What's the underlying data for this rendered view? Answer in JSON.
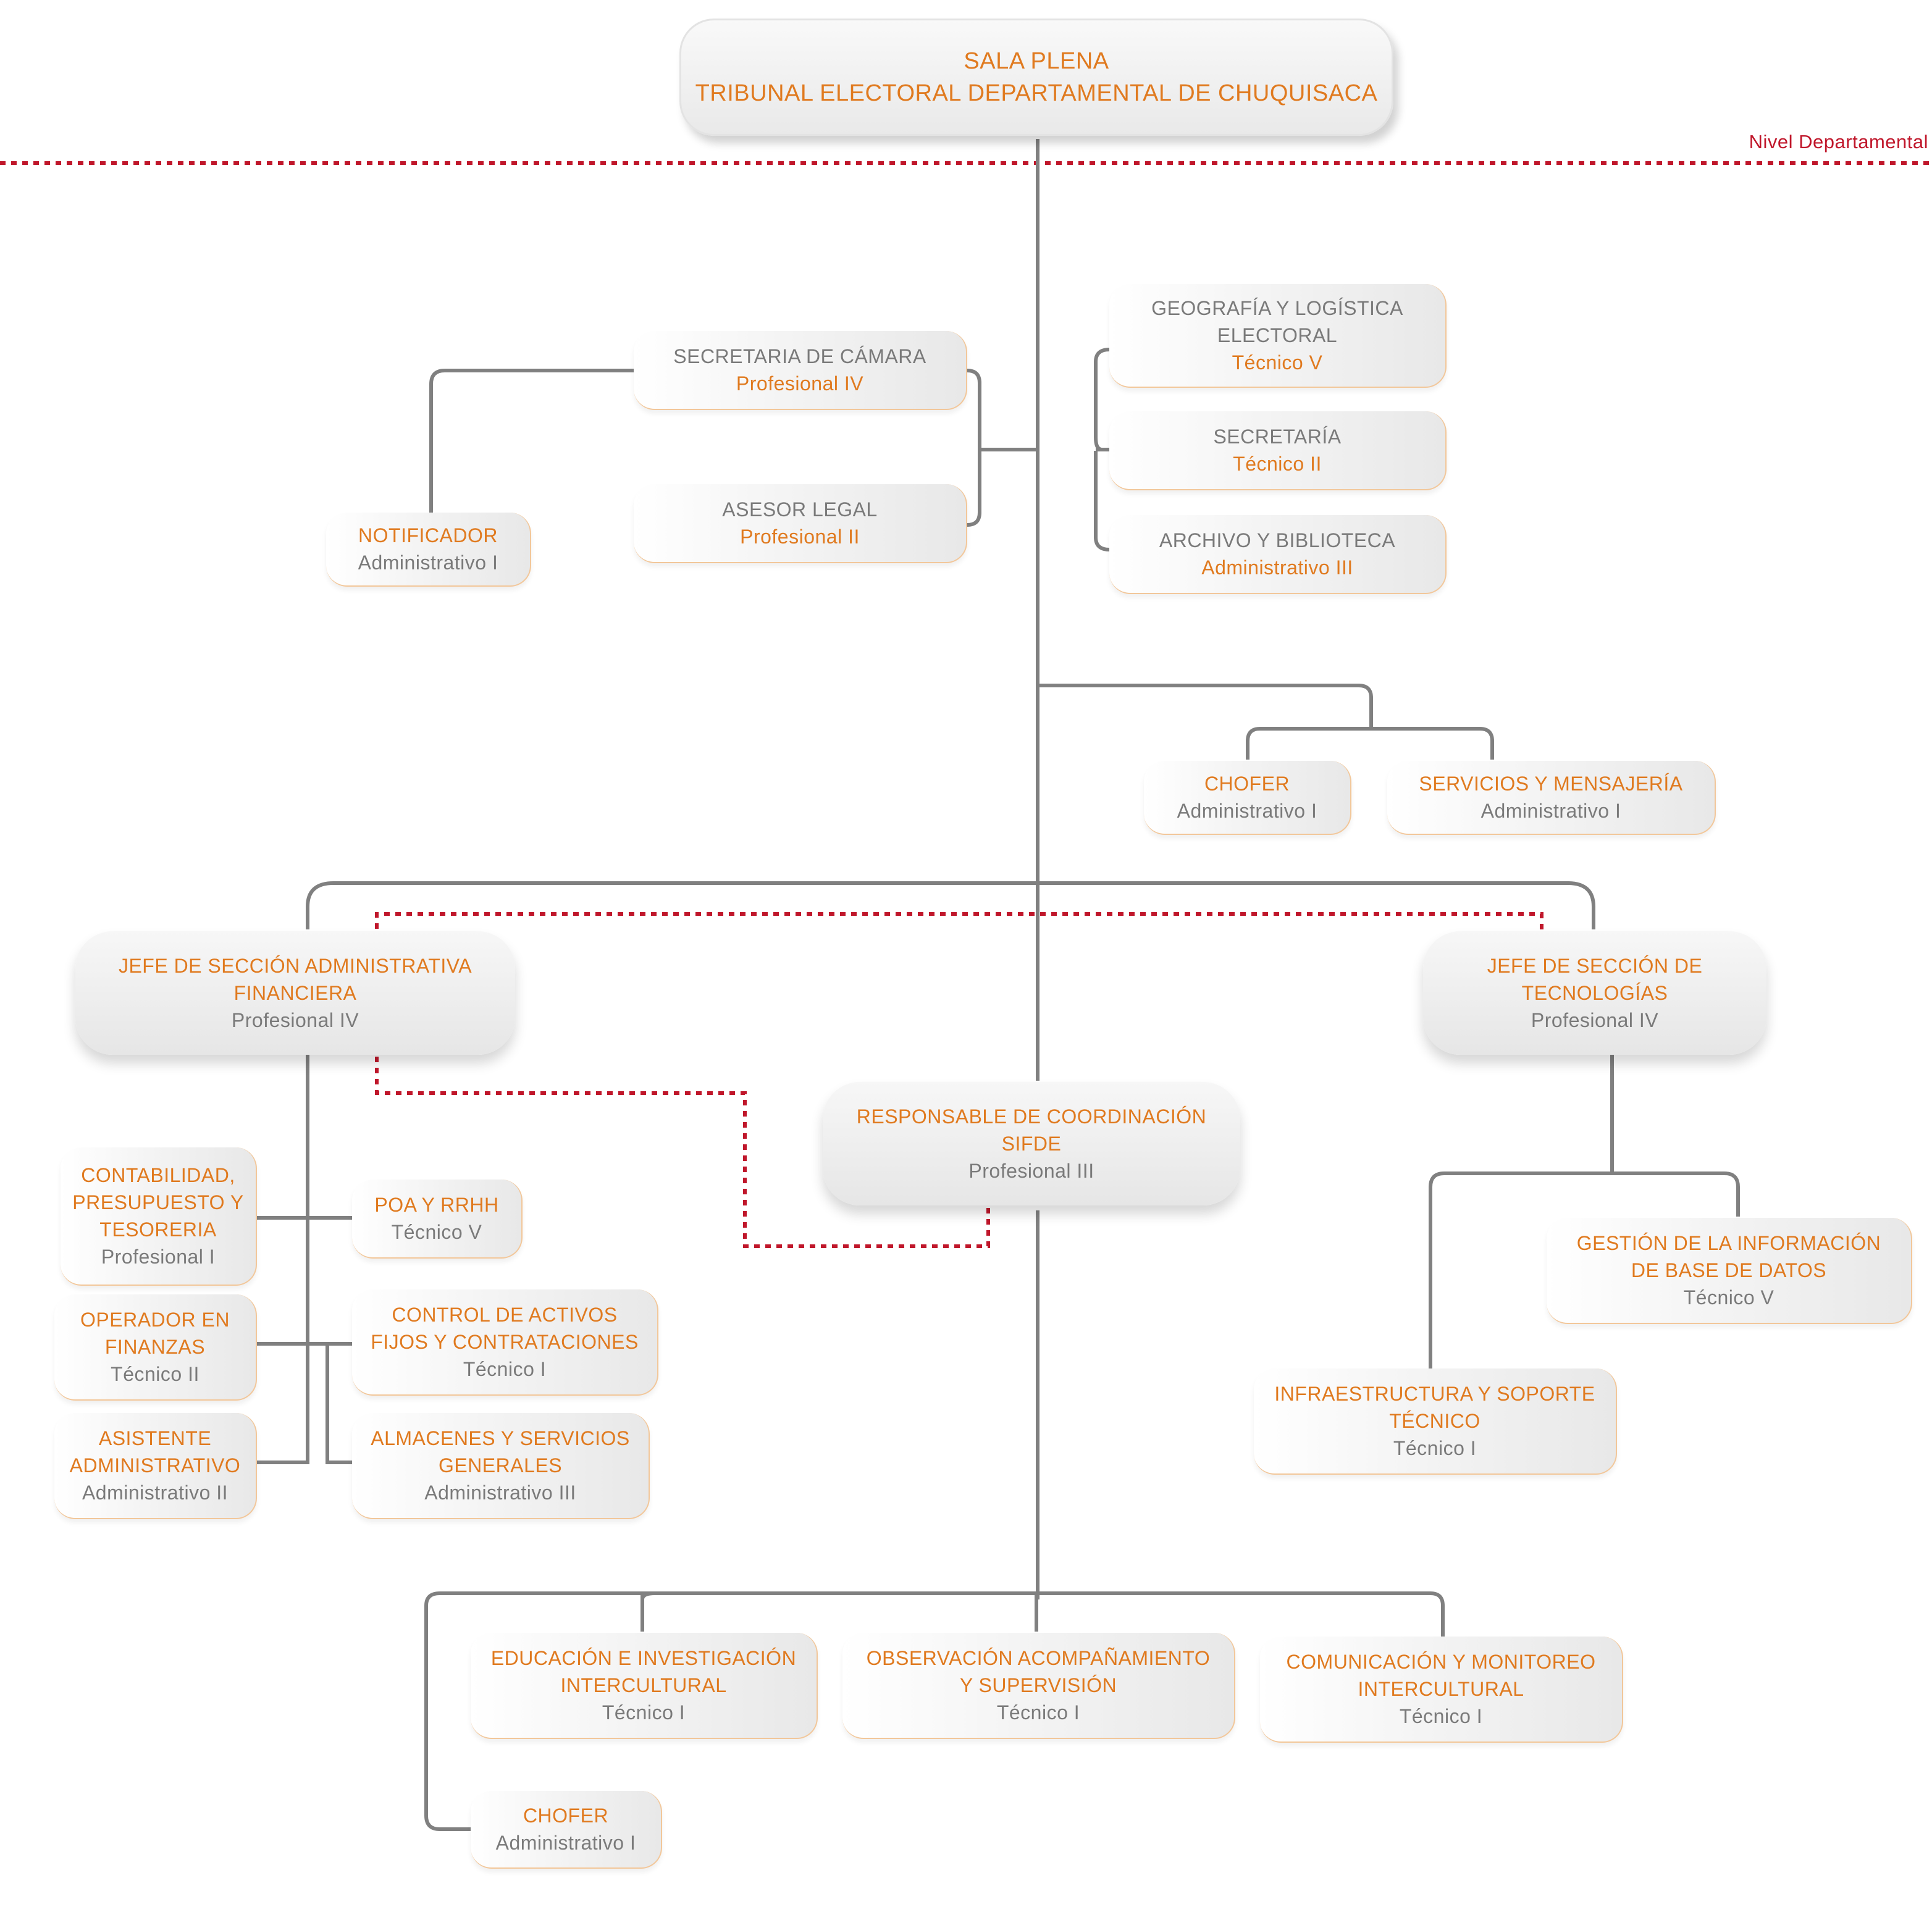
{
  "top": {
    "line1": "SALA PLENA",
    "line2": "TRIBUNAL ELECTORAL DEPARTAMENTAL DE CHUQUISACA"
  },
  "level_label": "Nivel Departamental",
  "units": {
    "notificador": {
      "title": [
        "NOTIFICADOR"
      ],
      "level": "Administrativo I"
    },
    "secretaria_camara": {
      "title": [
        "SECRETARIA DE CÁMARA"
      ],
      "level": "Profesional IV"
    },
    "asesor_legal": {
      "title": [
        "ASESOR LEGAL"
      ],
      "level": "Profesional II"
    },
    "geografia": {
      "title": [
        "GEOGRAFÍA Y LOGÍSTICA",
        "ELECTORAL"
      ],
      "level": "Técnico V"
    },
    "secretaria": {
      "title": [
        "SECRETARÍA"
      ],
      "level": "Técnico II"
    },
    "archivo": {
      "title": [
        "ARCHIVO Y BIBLIOTECA"
      ],
      "level": "Administrativo III"
    },
    "chofer1": {
      "title": [
        "CHOFER"
      ],
      "level": "Administrativo I"
    },
    "servicios": {
      "title": [
        "SERVICIOS Y MENSAJERÍA"
      ],
      "level": "Administrativo I"
    },
    "jefe_admin": {
      "title": [
        "JEFE DE SECCIÓN ADMINISTRATIVA",
        "FINANCIERA"
      ],
      "level": "Profesional IV"
    },
    "jefe_tec": {
      "title": [
        "JEFE DE SECCIÓN DE",
        "TECNOLOGÍAS"
      ],
      "level": "Profesional IV"
    },
    "sifde": {
      "title": [
        "RESPONSABLE DE COORDINACIÓN",
        "SIFDE"
      ],
      "level": "Profesional III"
    },
    "contabilidad": {
      "title": [
        "CONTABILIDAD,",
        "PRESUPUESTO Y",
        "TESORERIA"
      ],
      "level": "Profesional I"
    },
    "poa": {
      "title": [
        "POA Y RRHH"
      ],
      "level": "Técnico V"
    },
    "operador": {
      "title": [
        "OPERADOR EN",
        "FINANZAS"
      ],
      "level": "Técnico II"
    },
    "control_activos": {
      "title": [
        "CONTROL DE ACTIVOS",
        "FIJOS Y CONTRATACIONES"
      ],
      "level": "Técnico I"
    },
    "asistente": {
      "title": [
        "ASISTENTE",
        "ADMINISTRATIVO"
      ],
      "level": "Administrativo II"
    },
    "almacenes": {
      "title": [
        "ALMACENES Y SERVICIOS",
        "GENERALES"
      ],
      "level": "Administrativo III"
    },
    "gestion_info": {
      "title": [
        "GESTIÓN DE LA INFORMACIÓN",
        "DE BASE DE DATOS"
      ],
      "level": "Técnico V"
    },
    "infraestructura": {
      "title": [
        "INFRAESTRUCTURA Y SOPORTE",
        "TÉCNICO"
      ],
      "level": "Técnico I"
    },
    "educacion": {
      "title": [
        "EDUCACIÓN E INVESTIGACIÓN",
        "INTERCULTURAL"
      ],
      "level": "Técnico I"
    },
    "observacion": {
      "title": [
        "OBSERVACIÓN ACOMPAÑAMIENTO",
        "Y SUPERVISIÓN"
      ],
      "level": "Técnico I"
    },
    "comunicacion": {
      "title": [
        "COMUNICACIÓN Y MONITOREO",
        "INTERCULTURAL"
      ],
      "level": "Técnico I"
    },
    "chofer2": {
      "title": [
        "CHOFER"
      ],
      "level": "Administrativo I"
    }
  },
  "colors": {
    "accent": "#e07a1f",
    "muted": "#7a7a7a",
    "line": "#808080",
    "dotted": "#c0172b",
    "border": "#f2c79a"
  }
}
